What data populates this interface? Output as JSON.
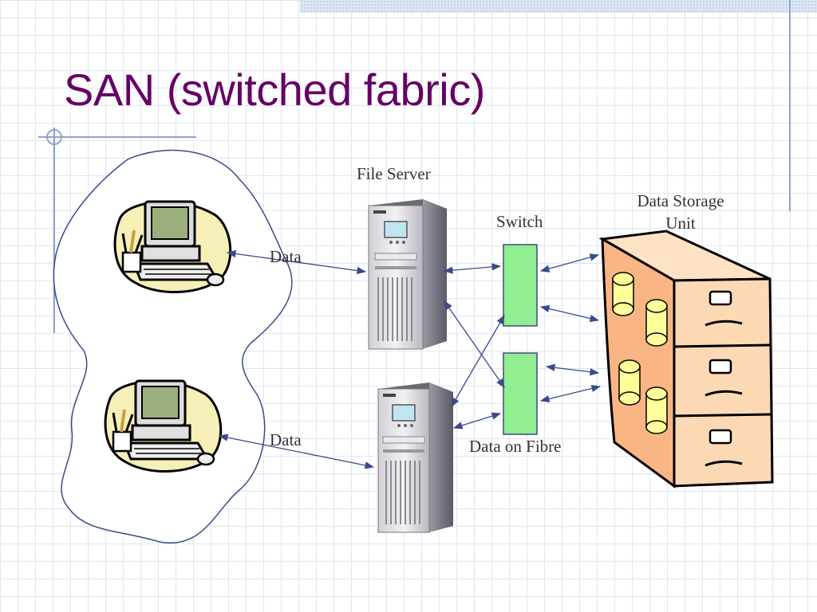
{
  "slide": {
    "title": "SAN (switched fabric)"
  },
  "labels": {
    "file_server": "File Server",
    "switch": "Switch",
    "storage_line1": "Data Storage",
    "storage_line2": "Unit",
    "data_top": "Data",
    "data_bottom": "Data",
    "data_on_fibre": "Data on Fibre"
  },
  "colors": {
    "title": "#660066",
    "switch_fill": "#90ee90",
    "cabinet_fill": "#fcd9b4",
    "cabinet_side": "#f9b583",
    "disk_fill": "#ffff99",
    "arrow": "#3a4a8a",
    "grid": "#dfe6f2"
  }
}
